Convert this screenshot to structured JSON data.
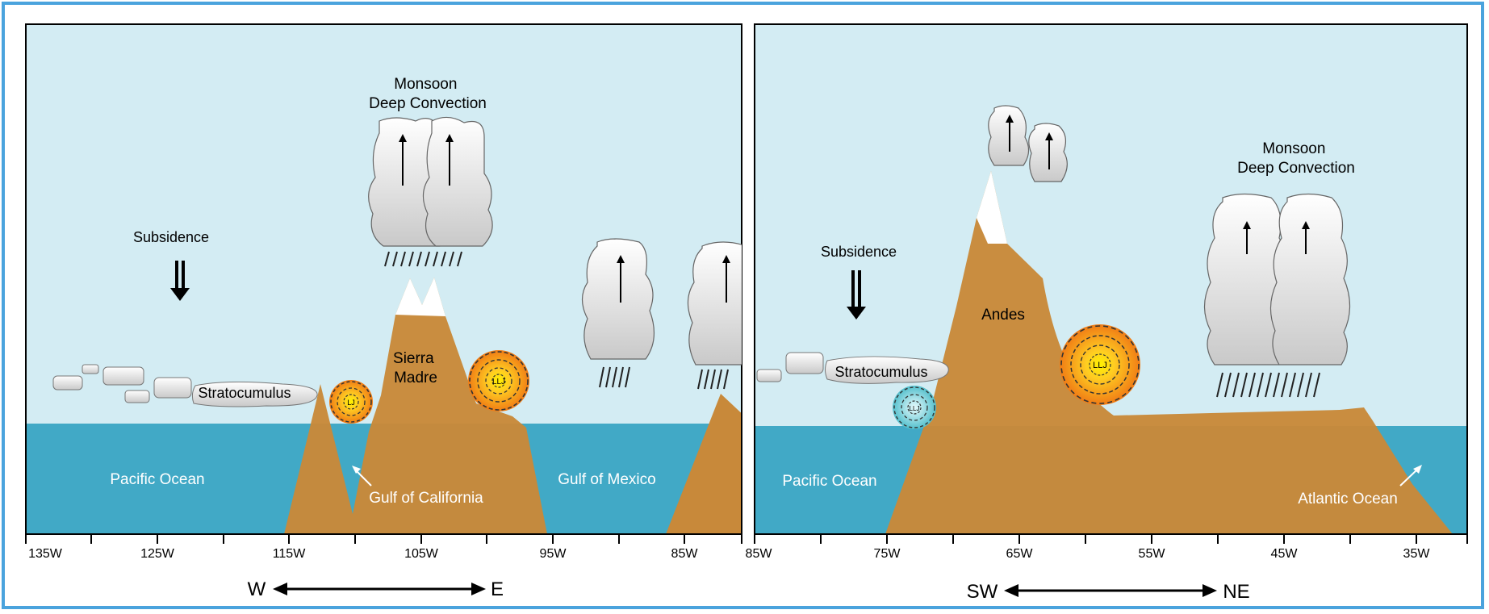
{
  "panels": [
    {
      "id": "north-america",
      "title_lines": [
        "Monsoon",
        "Deep Convection"
      ],
      "subsidence": "Subsidence",
      "stratocumulus": "Stratocumulus",
      "mountain": [
        "Sierra",
        "Madre"
      ],
      "jet_small": "LJ",
      "jet_large": "LLJ",
      "ocean_left": "Pacific Ocean",
      "gulf_label": "Gulf of California",
      "ocean_right": "Gulf of Mexico",
      "ticks": [
        "135W",
        "125W",
        "115W",
        "105W",
        "95W",
        "85W"
      ],
      "dir_left": "W",
      "dir_right": "E"
    },
    {
      "id": "south-america",
      "title_lines": [
        "Monsoon",
        "Deep Convection"
      ],
      "subsidence": "Subsidence",
      "stratocumulus": "Stratocumulus",
      "mountain": "Andes",
      "jet_small": "LLJ",
      "jet_large": "LLJ",
      "ocean_left": "Pacific Ocean",
      "ocean_right": "Atlantic Ocean",
      "ticks": [
        "85W",
        "75W",
        "65W",
        "55W",
        "45W",
        "35W"
      ],
      "dir_left": "SW",
      "dir_right": "NE"
    }
  ],
  "colors": {
    "sky": "#d3ecf3",
    "ocean": "#41a9c6",
    "land": "#c8893a",
    "frame": "#4aa3dd",
    "jet_orange": "#f39a1e",
    "jet_cyan": "#5ec5d0"
  }
}
